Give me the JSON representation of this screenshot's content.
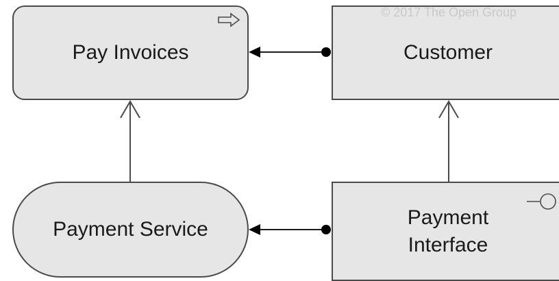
{
  "diagram": {
    "watermark": "© 2017 The Open Group",
    "nodes": {
      "pay_invoices": {
        "label": "Pay Invoices",
        "icon": "process-arrow-icon"
      },
      "customer": {
        "label": "Customer"
      },
      "payment_service": {
        "label": "Payment Service"
      },
      "payment_interface": {
        "label_line1": "Payment",
        "label_line2": "Interface",
        "icon": "interface-lollipop-icon"
      }
    },
    "colors": {
      "node_fill": "#e6e6e6",
      "stroke": "#4a4a4a",
      "text": "#1a1a1a"
    }
  }
}
